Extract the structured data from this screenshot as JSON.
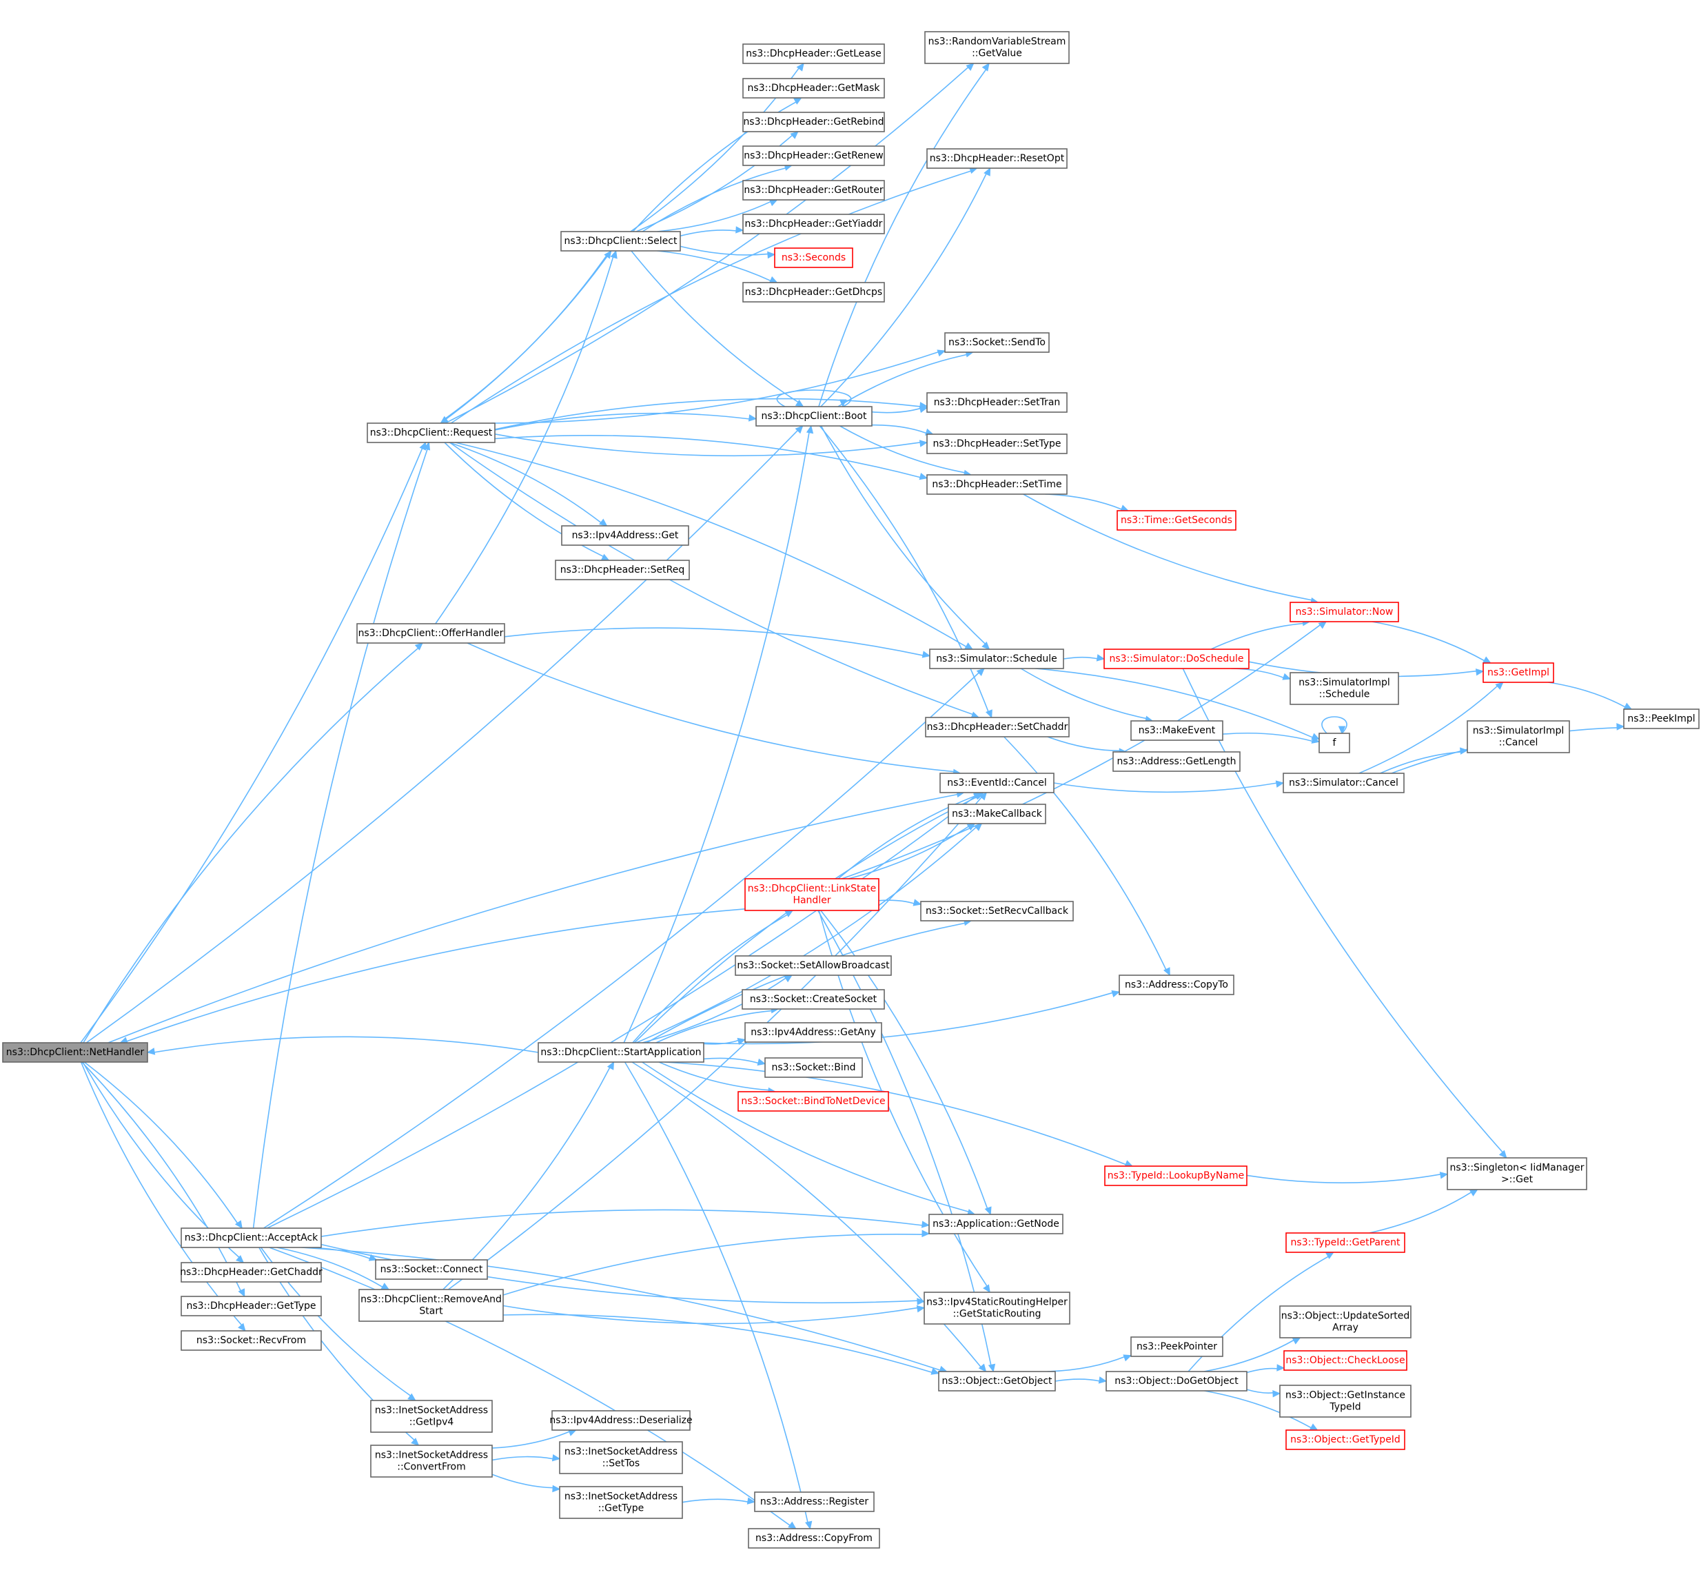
{
  "chart_data": {
    "type": "call-graph",
    "colors": {
      "edge": "#63b8ff",
      "border": "#666666",
      "highlight_border": "#ff0000",
      "root_fill": "#999999"
    },
    "nodes": [
      {
        "id": "n0",
        "lines": [
          "ns3::DhcpClient::NetHandler"
        ],
        "style": "root"
      },
      {
        "id": "n1",
        "lines": [
          "ns3::DhcpClient::AcceptAck"
        ]
      },
      {
        "id": "n2",
        "lines": [
          "ns3::Application::GetNode"
        ]
      },
      {
        "id": "n3",
        "lines": [
          "ns3::Ipv4StaticRoutingHelper",
          "::GetStaticRouting"
        ]
      },
      {
        "id": "n4",
        "lines": [
          "ns3::Object::GetObject"
        ]
      },
      {
        "id": "n5",
        "lines": [
          "ns3::EventId::Cancel"
        ]
      },
      {
        "id": "n6",
        "lines": [
          "ns3::Simulator::Cancel"
        ]
      },
      {
        "id": "n7",
        "lines": [
          "ns3::Socket::Connect"
        ]
      },
      {
        "id": "n8",
        "lines": [
          "ns3::InetSocketAddress",
          "::ConvertFrom"
        ]
      },
      {
        "id": "n9",
        "lines": [
          "ns3::Ipv4Address::Deserialize"
        ]
      },
      {
        "id": "n10",
        "lines": [
          "ns3::InetSocketAddress",
          "::SetTos"
        ]
      },
      {
        "id": "n11",
        "lines": [
          "ns3::InetSocketAddress",
          "::GetType"
        ]
      },
      {
        "id": "n12",
        "lines": [
          "ns3::Address::Register"
        ]
      },
      {
        "id": "n13",
        "lines": [
          "ns3::Address::CopyFrom"
        ]
      },
      {
        "id": "n14",
        "lines": [
          "ns3::InetSocketAddress",
          "::GetIpv4"
        ]
      },
      {
        "id": "n15",
        "lines": [
          "ns3::DhcpClient::RemoveAnd",
          "Start"
        ]
      },
      {
        "id": "n16",
        "lines": [
          "ns3::Simulator::Schedule"
        ]
      },
      {
        "id": "n17",
        "lines": [
          "ns3::DhcpClient::StartApplication"
        ]
      },
      {
        "id": "n18",
        "lines": [
          "ns3::DhcpClient::Request"
        ]
      },
      {
        "id": "n19",
        "lines": [
          "ns3::DhcpClient::Select"
        ]
      },
      {
        "id": "n20",
        "lines": [
          "ns3::DhcpHeader::GetLease"
        ]
      },
      {
        "id": "n21",
        "lines": [
          "ns3::DhcpHeader::GetMask"
        ]
      },
      {
        "id": "n22",
        "lines": [
          "ns3::DhcpHeader::GetRebind"
        ]
      },
      {
        "id": "n23",
        "lines": [
          "ns3::DhcpHeader::GetRenew"
        ]
      },
      {
        "id": "n24",
        "lines": [
          "ns3::DhcpHeader::GetRouter"
        ]
      },
      {
        "id": "n25",
        "lines": [
          "ns3::DhcpHeader::GetYiaddr"
        ]
      },
      {
        "id": "n26",
        "lines": [
          "ns3::Seconds"
        ],
        "style": "red"
      },
      {
        "id": "n27",
        "lines": [
          "ns3::DhcpHeader::GetDhcps"
        ]
      },
      {
        "id": "n28",
        "lines": [
          "ns3::DhcpClient::Boot"
        ]
      },
      {
        "id": "n29",
        "lines": [
          "ns3::RandomVariableStream",
          "::GetValue"
        ]
      },
      {
        "id": "n30",
        "lines": [
          "ns3::DhcpHeader::ResetOpt"
        ]
      },
      {
        "id": "n31",
        "lines": [
          "ns3::Socket::SendTo"
        ]
      },
      {
        "id": "n32",
        "lines": [
          "ns3::DhcpHeader::SetTran"
        ]
      },
      {
        "id": "n33",
        "lines": [
          "ns3::DhcpHeader::SetType"
        ]
      },
      {
        "id": "n34",
        "lines": [
          "ns3::DhcpHeader::SetTime"
        ]
      },
      {
        "id": "n35",
        "lines": [
          "ns3::Time::GetSeconds"
        ],
        "style": "red"
      },
      {
        "id": "n36",
        "lines": [
          "ns3::Simulator::Now"
        ],
        "style": "red"
      },
      {
        "id": "n37",
        "lines": [
          "ns3::DhcpHeader::SetChaddr"
        ]
      },
      {
        "id": "n38",
        "lines": [
          "ns3::Address::GetLength"
        ]
      },
      {
        "id": "n39",
        "lines": [
          "ns3::Address::CopyTo"
        ]
      },
      {
        "id": "n40",
        "lines": [
          "ns3::Ipv4Address::Get"
        ]
      },
      {
        "id": "n41",
        "lines": [
          "ns3::DhcpHeader::SetReq"
        ]
      },
      {
        "id": "n42",
        "lines": [
          "ns3::DhcpClient::OfferHandler"
        ]
      },
      {
        "id": "n43",
        "lines": [
          "ns3::Simulator::DoSchedule"
        ],
        "style": "red"
      },
      {
        "id": "n44",
        "lines": [
          "ns3::GetImpl"
        ],
        "style": "red"
      },
      {
        "id": "n45",
        "lines": [
          "ns3::PeekImpl"
        ]
      },
      {
        "id": "n46",
        "lines": [
          "ns3::SimulatorImpl",
          "::Schedule"
        ]
      },
      {
        "id": "n47",
        "lines": [
          "ns3::SimulatorImpl",
          "::Cancel"
        ]
      },
      {
        "id": "n48",
        "lines": [
          "f"
        ]
      },
      {
        "id": "n49",
        "lines": [
          "ns3::MakeEvent"
        ]
      },
      {
        "id": "n50",
        "lines": [
          "ns3::Singleton< IidManager",
          " >::Get"
        ]
      },
      {
        "id": "n51",
        "lines": [
          "ns3::DhcpClient::LinkState",
          "Handler"
        ],
        "style": "red"
      },
      {
        "id": "n52",
        "lines": [
          "ns3::MakeCallback"
        ]
      },
      {
        "id": "n53",
        "lines": [
          "ns3::Socket::SetRecvCallback"
        ]
      },
      {
        "id": "n54",
        "lines": [
          "ns3::Socket::SetAllowBroadcast"
        ]
      },
      {
        "id": "n55",
        "lines": [
          "ns3::Socket::CreateSocket"
        ]
      },
      {
        "id": "n56",
        "lines": [
          "ns3::Ipv4Address::GetAny"
        ]
      },
      {
        "id": "n57",
        "lines": [
          "ns3::Socket::Bind"
        ]
      },
      {
        "id": "n58",
        "lines": [
          "ns3::Socket::BindToNetDevice"
        ],
        "style": "red"
      },
      {
        "id": "n59",
        "lines": [
          "ns3::TypeId::LookupByName"
        ],
        "style": "red"
      },
      {
        "id": "n60",
        "lines": [
          "ns3::PeekPointer"
        ]
      },
      {
        "id": "n61",
        "lines": [
          "ns3::Object::DoGetObject"
        ]
      },
      {
        "id": "n62",
        "lines": [
          "ns3::TypeId::GetParent"
        ],
        "style": "red"
      },
      {
        "id": "n63",
        "lines": [
          "ns3::Object::UpdateSorted",
          "Array"
        ]
      },
      {
        "id": "n64",
        "lines": [
          "ns3::Object::CheckLoose"
        ],
        "style": "red"
      },
      {
        "id": "n65",
        "lines": [
          "ns3::Object::GetInstance",
          "TypeId"
        ]
      },
      {
        "id": "n66",
        "lines": [
          "ns3::Object::GetTypeId"
        ],
        "style": "red"
      },
      {
        "id": "n67",
        "lines": [
          "ns3::DhcpHeader::GetChaddr"
        ]
      },
      {
        "id": "n68",
        "lines": [
          "ns3::DhcpHeader::GetType"
        ]
      },
      {
        "id": "n69",
        "lines": [
          "ns3::Socket::RecvFrom"
        ]
      }
    ],
    "edges": [
      [
        "n0",
        "n1"
      ],
      [
        "n0",
        "n67"
      ],
      [
        "n0",
        "n68"
      ],
      [
        "n0",
        "n69"
      ],
      [
        "n0",
        "n42"
      ],
      [
        "n0",
        "n18"
      ],
      [
        "n0",
        "n5"
      ],
      [
        "n0",
        "n28"
      ],
      [
        "n1",
        "n2"
      ],
      [
        "n1",
        "n3"
      ],
      [
        "n1",
        "n4"
      ],
      [
        "n1",
        "n5"
      ],
      [
        "n1",
        "n7"
      ],
      [
        "n1",
        "n8"
      ],
      [
        "n1",
        "n13"
      ],
      [
        "n1",
        "n14"
      ],
      [
        "n1",
        "n15"
      ],
      [
        "n1",
        "n16"
      ],
      [
        "n1",
        "n18"
      ],
      [
        "n4",
        "n60"
      ],
      [
        "n4",
        "n61"
      ],
      [
        "n5",
        "n6"
      ],
      [
        "n6",
        "n47"
      ],
      [
        "n6",
        "n44"
      ],
      [
        "n6",
        "n45"
      ],
      [
        "n8",
        "n9"
      ],
      [
        "n8",
        "n10"
      ],
      [
        "n8",
        "n11"
      ],
      [
        "n11",
        "n12"
      ],
      [
        "n15",
        "n17"
      ],
      [
        "n15",
        "n2"
      ],
      [
        "n15",
        "n3"
      ],
      [
        "n15",
        "n4"
      ],
      [
        "n15",
        "n5"
      ],
      [
        "n16",
        "n43"
      ],
      [
        "n16",
        "n49"
      ],
      [
        "n16",
        "n48"
      ],
      [
        "n17",
        "n0"
      ],
      [
        "n17",
        "n51"
      ],
      [
        "n17",
        "n52"
      ],
      [
        "n17",
        "n53"
      ],
      [
        "n17",
        "n54"
      ],
      [
        "n17",
        "n55"
      ],
      [
        "n17",
        "n56"
      ],
      [
        "n17",
        "n57"
      ],
      [
        "n17",
        "n58"
      ],
      [
        "n17",
        "n59"
      ],
      [
        "n17",
        "n2"
      ],
      [
        "n17",
        "n4"
      ],
      [
        "n17",
        "n28"
      ],
      [
        "n17",
        "n13"
      ],
      [
        "n17",
        "n39"
      ],
      [
        "n17",
        "n5"
      ],
      [
        "n18",
        "n19"
      ],
      [
        "n18",
        "n28"
      ],
      [
        "n18",
        "n29"
      ],
      [
        "n18",
        "n30"
      ],
      [
        "n18",
        "n31"
      ],
      [
        "n18",
        "n32"
      ],
      [
        "n18",
        "n33"
      ],
      [
        "n18",
        "n34"
      ],
      [
        "n18",
        "n37"
      ],
      [
        "n18",
        "n40"
      ],
      [
        "n18",
        "n41"
      ],
      [
        "n18",
        "n16"
      ],
      [
        "n19",
        "n20"
      ],
      [
        "n19",
        "n21"
      ],
      [
        "n19",
        "n22"
      ],
      [
        "n19",
        "n23"
      ],
      [
        "n19",
        "n24"
      ],
      [
        "n19",
        "n25"
      ],
      [
        "n19",
        "n26"
      ],
      [
        "n19",
        "n27"
      ],
      [
        "n19",
        "n28"
      ],
      [
        "n19",
        "n18"
      ],
      [
        "n28",
        "n28"
      ],
      [
        "n28",
        "n29"
      ],
      [
        "n28",
        "n30"
      ],
      [
        "n28",
        "n31"
      ],
      [
        "n28",
        "n32"
      ],
      [
        "n28",
        "n33"
      ],
      [
        "n28",
        "n34"
      ],
      [
        "n28",
        "n37"
      ],
      [
        "n28",
        "n16"
      ],
      [
        "n34",
        "n35"
      ],
      [
        "n34",
        "n36"
      ],
      [
        "n36",
        "n44"
      ],
      [
        "n37",
        "n38"
      ],
      [
        "n37",
        "n39"
      ],
      [
        "n42",
        "n19"
      ],
      [
        "n42",
        "n16"
      ],
      [
        "n42",
        "n5"
      ],
      [
        "n43",
        "n36"
      ],
      [
        "n43",
        "n44"
      ],
      [
        "n43",
        "n46"
      ],
      [
        "n43",
        "n50"
      ],
      [
        "n44",
        "n45"
      ],
      [
        "n48",
        "n48"
      ],
      [
        "n49",
        "n48"
      ],
      [
        "n51",
        "n0"
      ],
      [
        "n51",
        "n5"
      ],
      [
        "n51",
        "n52"
      ],
      [
        "n51",
        "n53"
      ],
      [
        "n51",
        "n36"
      ],
      [
        "n51",
        "n2"
      ],
      [
        "n51",
        "n3"
      ],
      [
        "n51",
        "n4"
      ],
      [
        "n59",
        "n50"
      ],
      [
        "n61",
        "n62"
      ],
      [
        "n61",
        "n63"
      ],
      [
        "n61",
        "n64"
      ],
      [
        "n61",
        "n65"
      ],
      [
        "n61",
        "n66"
      ],
      [
        "n62",
        "n50"
      ]
    ]
  }
}
